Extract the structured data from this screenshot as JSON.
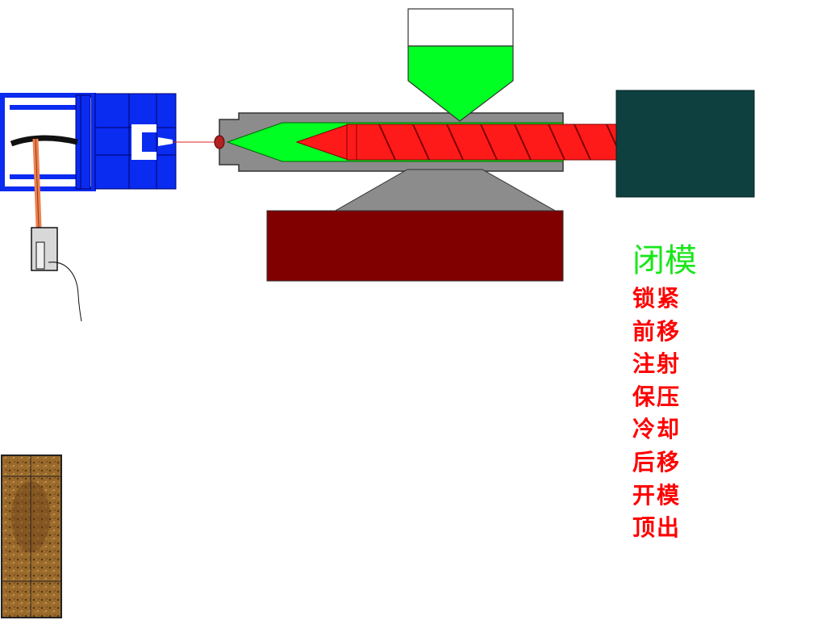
{
  "colors": {
    "mold_blue": "#0a2bf0",
    "material_green": "#00ff22",
    "screw_red": "#ff1a1a",
    "barrel_gray": "#8c8c8c",
    "motor_teal": "#0e4040",
    "base_maroon": "#800000",
    "arm_orange": "#f08050",
    "step_active": "#19e619",
    "step_inactive": "#ff0000"
  },
  "process_steps": [
    {
      "label": "闭模",
      "active": true
    },
    {
      "label": "锁紧",
      "active": false
    },
    {
      "label": "前移",
      "active": false
    },
    {
      "label": "注射",
      "active": false
    },
    {
      "label": "保压",
      "active": false
    },
    {
      "label": "冷却",
      "active": false
    },
    {
      "label": "后移",
      "active": false
    },
    {
      "label": "开模",
      "active": false
    },
    {
      "label": "顶出",
      "active": false
    }
  ]
}
